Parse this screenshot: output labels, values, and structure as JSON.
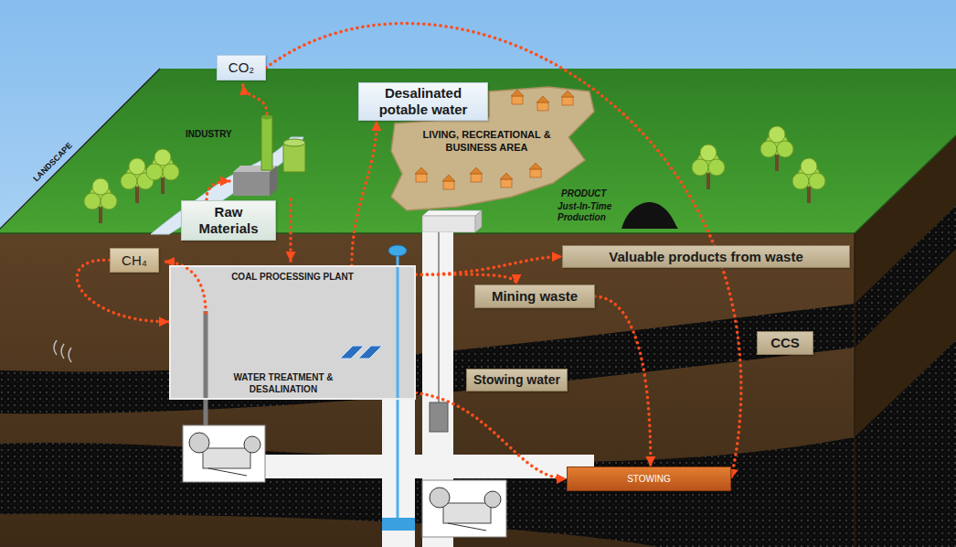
{
  "diagram": {
    "nodes": [
      {
        "text": [
          "CO₂"
        ]
      },
      {
        "text": [
          "Desalinated potable water"
        ]
      },
      {
        "text": [
          "LIVING, RECREATIONAL & BUSINESS AREA"
        ]
      },
      {
        "text": [
          "Raw Materials"
        ]
      },
      {
        "text": [
          "CH₄"
        ]
      },
      {
        "text": [
          "COAL PROCESSING PLANT",
          "WATER TREATMENT & DESALINATION"
        ]
      },
      {
        "text": [
          "Valuable products from waste"
        ]
      },
      {
        "text": [
          "Mining waste"
        ]
      },
      {
        "text": [
          "CCS"
        ]
      },
      {
        "text": [
          "STOWING"
        ]
      }
    ],
    "edges": [
      {
        "from": 0,
        "to": 9,
        "arrow": "to"
      },
      {
        "from": 5,
        "to": 1,
        "arrow": "to"
      },
      {
        "from": 4,
        "to": 5,
        "arrow": "to"
      },
      {
        "from": 5,
        "to": 6,
        "arrow": "to"
      },
      {
        "from": 5,
        "to": 7,
        "arrow": "to"
      },
      {
        "from": 7,
        "to": 9,
        "arrow": "to"
      },
      {
        "from": 5,
        "to": 9,
        "label": "Stowing water",
        "arrow": "to"
      }
    ],
    "labels": [
      "INDUSTRY",
      "LANDSCAPE",
      "PRODUCT",
      "Just-In-Time Production"
    ]
  }
}
